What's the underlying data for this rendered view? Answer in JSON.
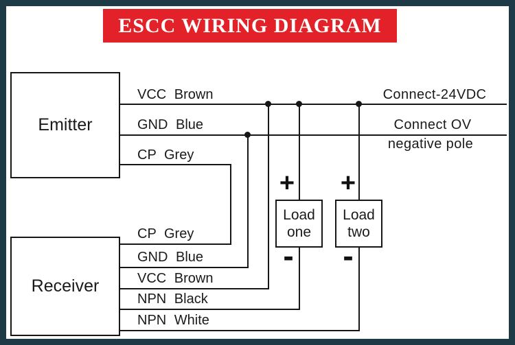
{
  "title": "ESCC WIRING DIAGRAM",
  "colors": {
    "frame": "#1f3a47",
    "banner": "#e32128",
    "banner_text": "#ffffff",
    "line": "#161616",
    "text": "#1a1a1a"
  },
  "components": {
    "emitter": {
      "label": "Emitter"
    },
    "receiver": {
      "label": "Receiver"
    },
    "load_one": {
      "line1": "Load",
      "line2": "one",
      "plus": "+",
      "minus": "-"
    },
    "load_two": {
      "line1": "Load",
      "line2": "two",
      "plus": "+",
      "minus": "-"
    }
  },
  "wires": {
    "emitter_vcc": "VCC Brown",
    "emitter_gnd": "GND Blue",
    "emitter_cp": "CP Grey",
    "receiver_cp": "CP Grey",
    "receiver_gnd": "GND Blue",
    "receiver_vcc": "VCC Brown",
    "receiver_npn_black": "NPN Black",
    "receiver_npn_white": "NPN White"
  },
  "annotations": {
    "vcc_right": "Connect-24VDC",
    "gnd_right_top": "Connect OV",
    "gnd_right_bottom": "negative pole"
  }
}
